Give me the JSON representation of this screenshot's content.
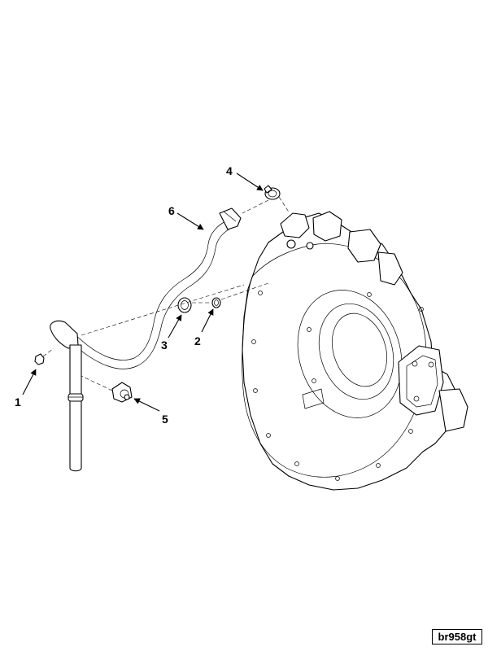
{
  "callouts": [
    {
      "id": "c1",
      "label": "1"
    },
    {
      "id": "c2",
      "label": "2"
    },
    {
      "id": "c3",
      "label": "3"
    },
    {
      "id": "c4",
      "label": "4"
    },
    {
      "id": "c5",
      "label": "5"
    },
    {
      "id": "c6",
      "label": "6"
    }
  ],
  "figure_id": "br958gt"
}
